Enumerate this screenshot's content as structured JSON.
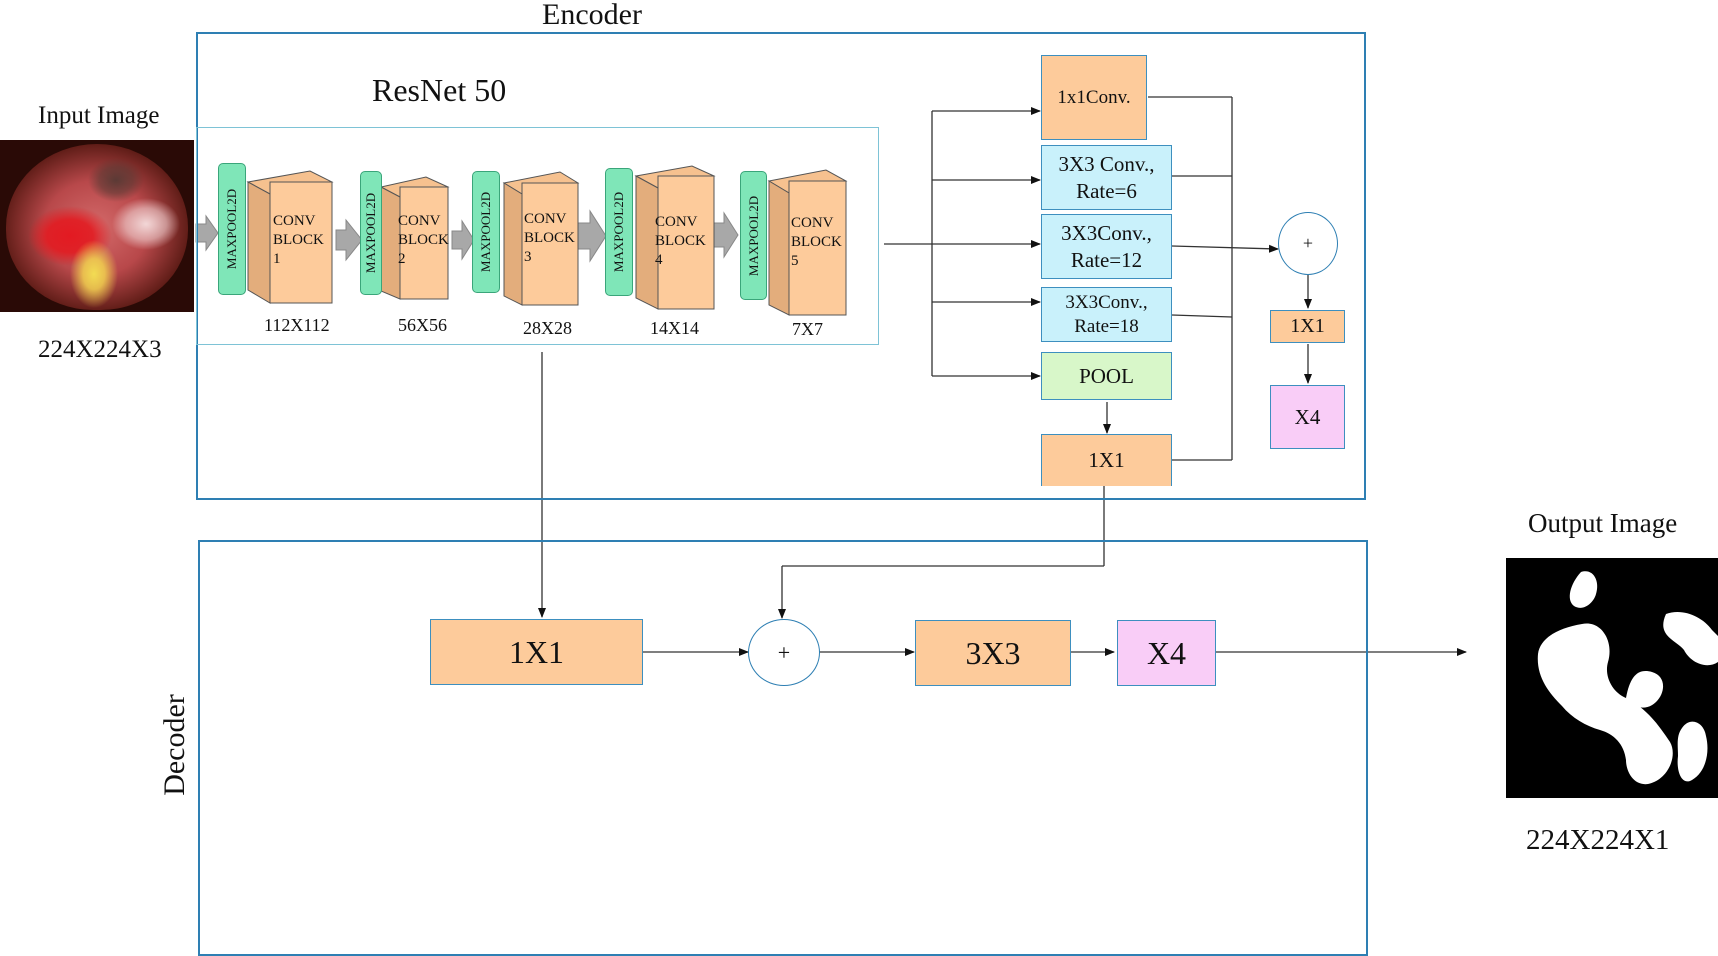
{
  "encoder": {
    "title": "Encoder",
    "backbone_title": "ResNet 50",
    "input_label": "Input Image",
    "input_size": "224X224X3",
    "maxpool_label": "MAXPOOL2D",
    "conv_blocks": [
      {
        "line1": "CONV",
        "line2": "BLOCK",
        "line3": "1",
        "size": "112X112"
      },
      {
        "line1": "CONV",
        "line2": "BLOCK",
        "line3": "2",
        "size": "56X56"
      },
      {
        "line1": "CONV",
        "line2": "BLOCK",
        "line3": "3",
        "size": "28X28"
      },
      {
        "line1": "CONV",
        "line2": "BLOCK",
        "line3": "4",
        "size": "14X14"
      },
      {
        "line1": "CONV",
        "line2": "BLOCK",
        "line3": "5",
        "size": "7X7"
      }
    ],
    "aspp": {
      "conv1x1": "1x1Conv.",
      "rate6_line1": "3X3 Conv.,",
      "rate6_line2": "Rate=6",
      "rate12_line1": "3X3Conv.,",
      "rate12_line2": "Rate=12",
      "rate18_line1": "3X3Conv.,",
      "rate18_line2": "Rate=18",
      "pool": "POOL",
      "pool_1x1": "1X1",
      "sum": "+",
      "out_1x1": "1X1",
      "upsample": "X4"
    }
  },
  "decoder": {
    "title": "Decoder",
    "conv1x1": "1X1",
    "sum": "+",
    "conv3x3": "3X3",
    "upsample": "X4",
    "output_label": "Output Image",
    "output_size": "224X224X1"
  },
  "colors": {
    "frame": "#2e7fb3",
    "orange": "#fdcb9b",
    "cyan": "#c9f1fb",
    "green": "#d8f7c9",
    "pink": "#f9cdf7",
    "maxpool": "#7fe6b8"
  }
}
